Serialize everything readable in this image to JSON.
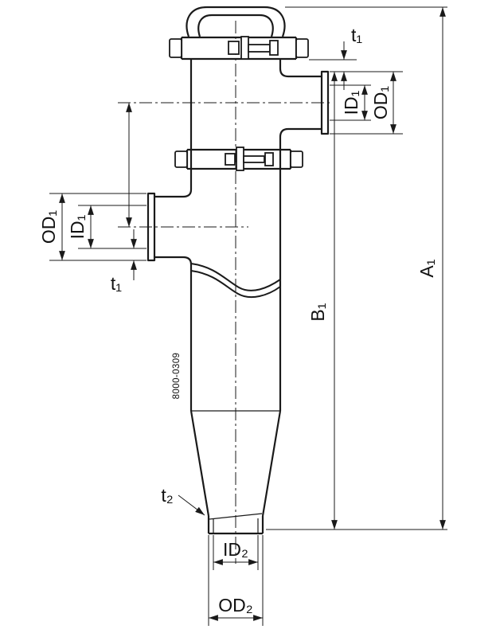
{
  "drawing": {
    "type": "technical-dimension-drawing",
    "part_number": "8000-0309",
    "labels": {
      "t1_top": "t₁",
      "id1_right": "ID₁",
      "od1_right": "OD₁",
      "a1": "A₁",
      "b1": "B₁",
      "od1_left": "OD₁",
      "id1_left": "ID₁",
      "t1_left": "t₁",
      "t2": "t₂",
      "id2": "ID₂",
      "od2": "OD₂"
    },
    "colors": {
      "line": "#1a1a1a",
      "background": "#ffffff"
    }
  }
}
